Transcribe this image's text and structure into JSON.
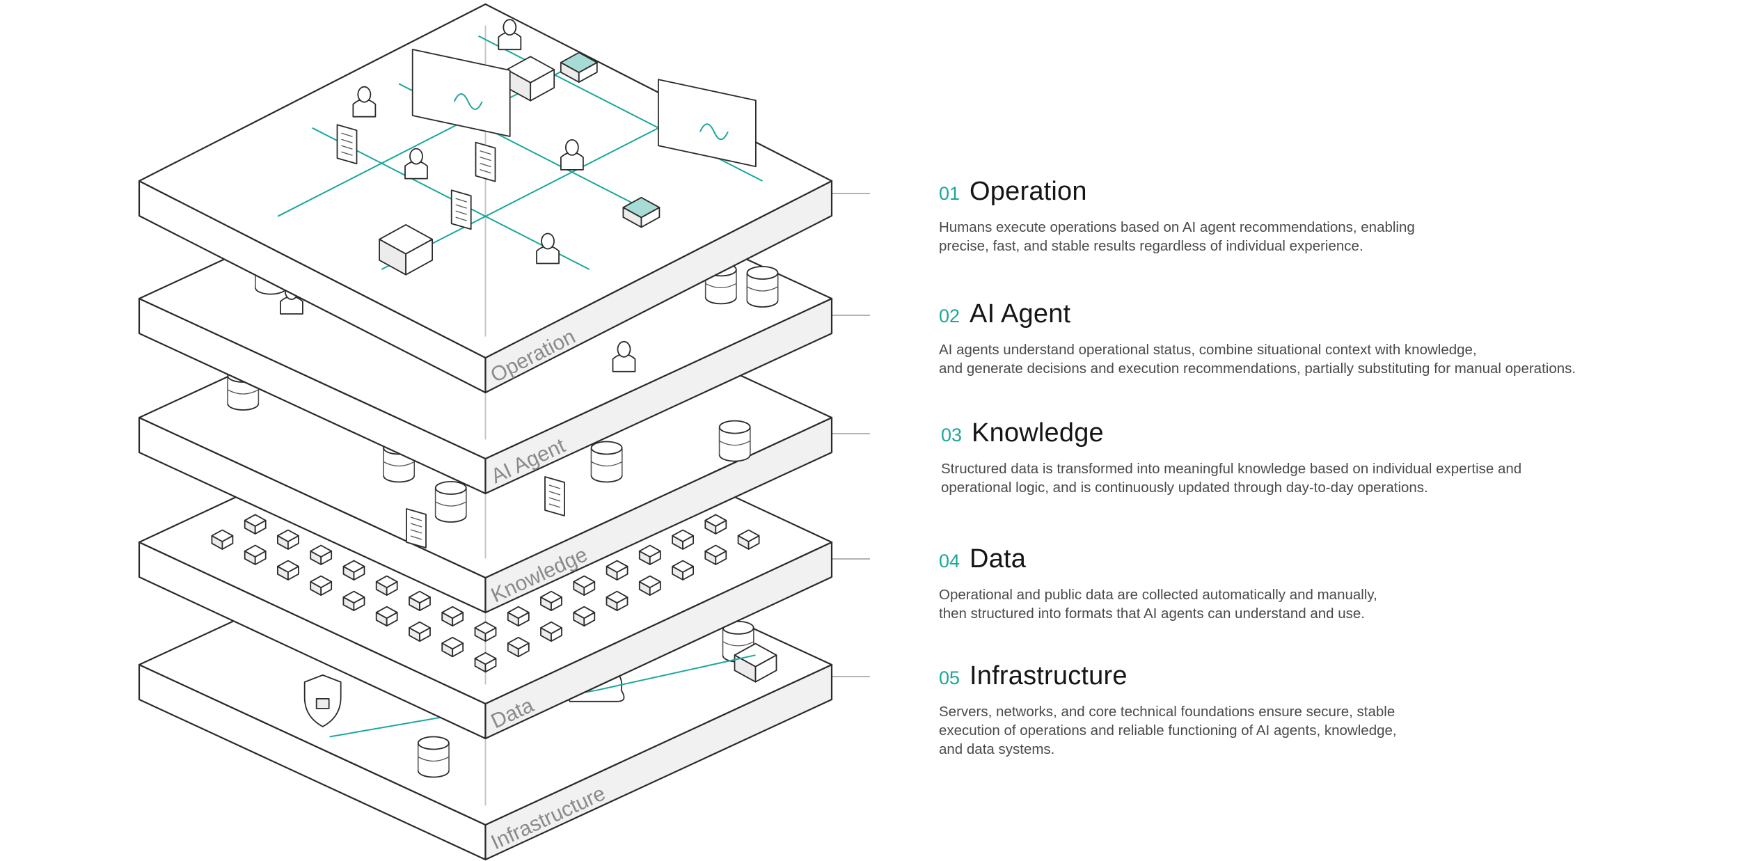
{
  "layers": [
    {
      "caption": "Operation",
      "num": "01",
      "title": "Operation",
      "description": "Humans execute operations based on AI agent recommendations, enabling\nprecise, fast, and stable results regardless of individual experience."
    },
    {
      "caption": "AI Agent",
      "num": "02",
      "title": "AI Agent",
      "description": "AI agents understand operational status, combine situational context with knowledge,\nand generate decisions and execution recommendations, partially substituting for manual operations."
    },
    {
      "caption": "Knowledge",
      "num": "03",
      "title": "Knowledge",
      "description": "Structured data is transformed into meaningful knowledge based on individual expertise and\noperational logic, and is continuously updated through day-to-day operations."
    },
    {
      "caption": "Data",
      "num": "04",
      "title": "Data",
      "description": "Operational and public data are collected automatically and manually,\nthen structured into formats that AI agents can understand and use."
    },
    {
      "caption": "Infrastructure",
      "num": "05",
      "title": "Infrastructure",
      "description": "Servers, networks, and core technical foundations ensure secure, stable\nexecution of operations and reliable functioning of AI agents, knowledge,\nand data systems."
    }
  ],
  "colors": {
    "accent": "#1aa79b",
    "line": "#2b2b2b",
    "grid": "#c4c4c4",
    "text": "#4a4a4a"
  },
  "icons": [
    "person-icon",
    "server-icon",
    "monitor-chart-icon",
    "document-icon",
    "database-icon",
    "data-cube-icon",
    "cloud-icon",
    "shield-lock-icon"
  ]
}
